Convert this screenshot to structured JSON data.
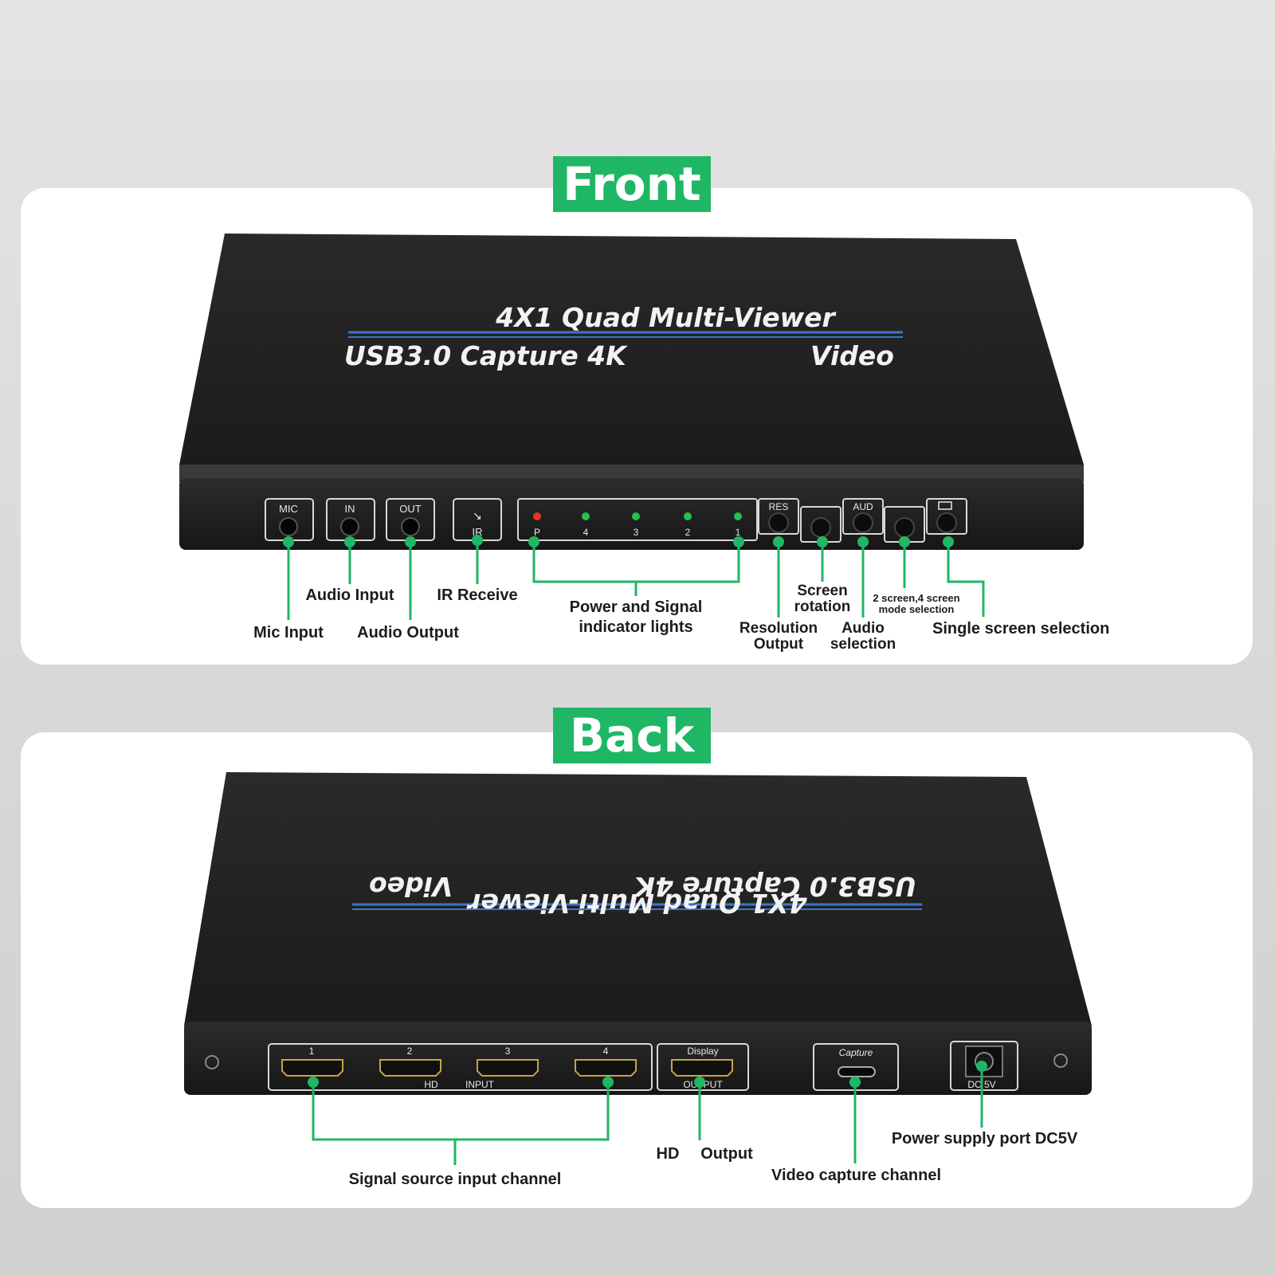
{
  "front": {
    "badge": "Front",
    "device_line1": "4X1 Quad Multi-Viewer",
    "device_line2_a": "USB3.0 Capture 4K",
    "device_line2_b": "Video",
    "port_labels": {
      "mic": "MIC",
      "in": "IN",
      "out": "OUT",
      "ir": "IR",
      "led_p": "P",
      "led_4": "4",
      "led_3": "3",
      "led_2": "2",
      "led_1": "1",
      "res": "RES",
      "aud": "AUD"
    },
    "callouts": {
      "mic_input": "Mic Input",
      "audio_input": "Audio Input",
      "audio_output": "Audio Output",
      "ir_receive": "IR Receive",
      "power_signal_1": "Power and Signal",
      "power_signal_2": "indicator lights",
      "resolution_1": "Resolution",
      "resolution_2": "Output",
      "screen_rotation_1": "Screen",
      "screen_rotation_2": "rotation",
      "audio_selection_1": "Audio",
      "audio_selection_2": "selection",
      "mode_selection_1": "2 screen,4 screen",
      "mode_selection_2": "mode selection",
      "single_screen": "Single screen selection"
    }
  },
  "back": {
    "badge": "Back",
    "device_line1": "4X1 Quad Multi-Viewer",
    "device_line2_a": "USB3.0 Capture 4K",
    "device_line2_b": "Video",
    "port_labels": {
      "in1": "1",
      "in2": "2",
      "in3": "3",
      "in4": "4",
      "hd": "HD",
      "input": "INPUT",
      "display": "Display",
      "output": "OUTPUT",
      "capture": "Capture",
      "dc": "DC 5V"
    },
    "callouts": {
      "signal_source": "Signal source input channel",
      "hd": "HD",
      "output": "Output",
      "video_capture": "Video capture channel",
      "power_supply": "Power supply port DC5V"
    }
  },
  "colors": {
    "accent_green": "#1fb765",
    "device_body": "#232323",
    "stripe_blue": "#3b77c9",
    "led_red": "#e2372c",
    "led_green": "#27c04c"
  }
}
